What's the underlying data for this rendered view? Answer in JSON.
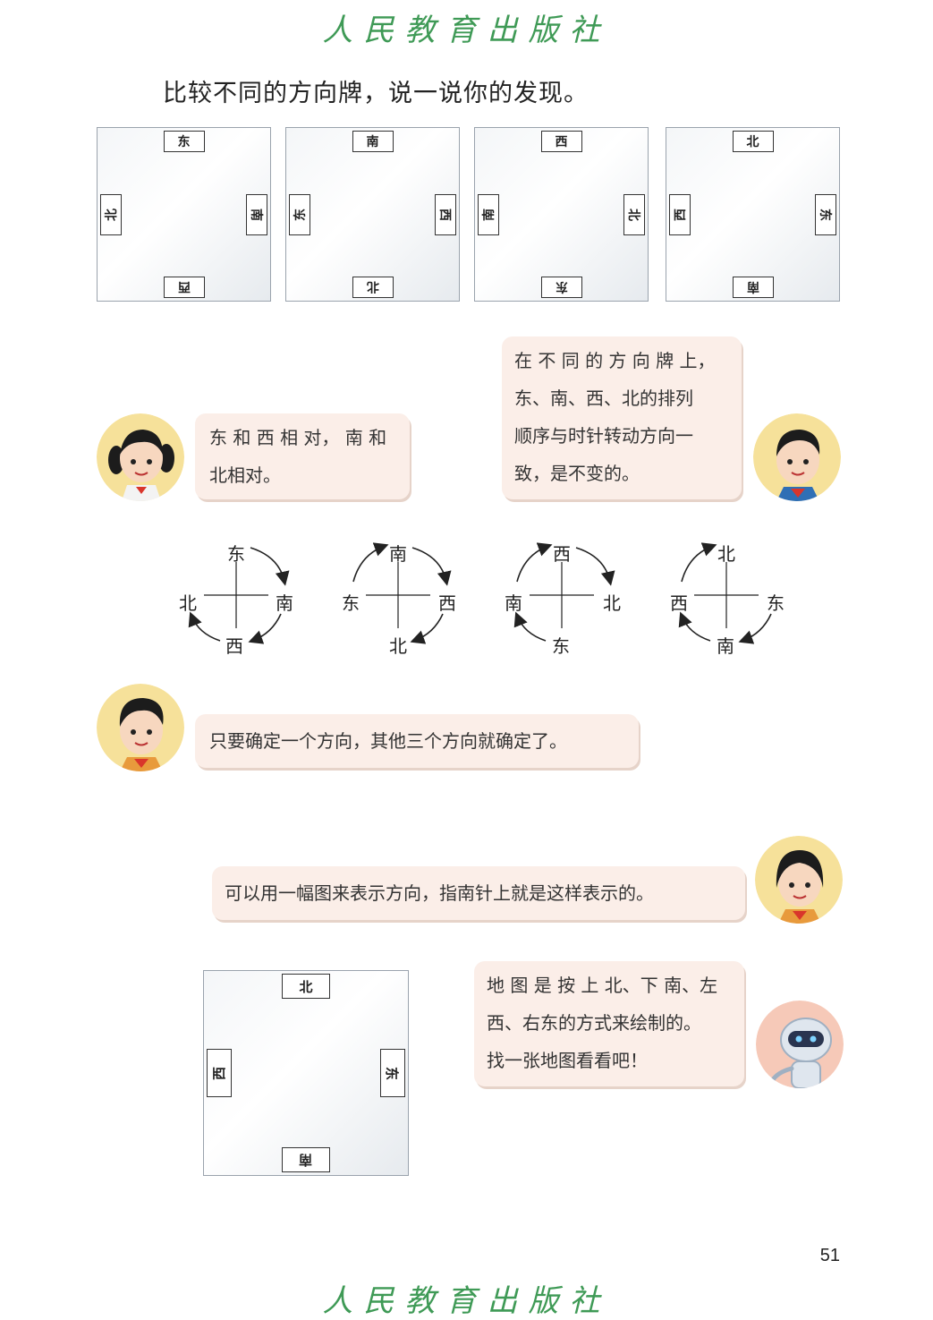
{
  "watermark": "人民教育出版社",
  "question": "比较不同的方向牌，说一说你的发现。",
  "signs": [
    {
      "top": "东",
      "right": "南",
      "bottom": "西",
      "left": "北"
    },
    {
      "top": "南",
      "right": "西",
      "bottom": "北",
      "left": "东"
    },
    {
      "top": "西",
      "right": "北",
      "bottom": "东",
      "left": "南"
    },
    {
      "top": "北",
      "right": "东",
      "bottom": "南",
      "left": "西"
    }
  ],
  "bubble_girl_1": {
    "lines": [
      "东 和 西 相 对， 南 和",
      "北相对。"
    ]
  },
  "bubble_boy_1": {
    "lines": [
      "在 不 同 的 方 向 牌 上，",
      "东、南、西、北的排列",
      "顺序与时针转动方向一",
      "致，是不变的。"
    ]
  },
  "compasses": [
    {
      "top": "东",
      "right": "南",
      "bottom": "西",
      "left": "北"
    },
    {
      "top": "南",
      "right": "西",
      "bottom": "北",
      "left": "东"
    },
    {
      "top": "西",
      "right": "北",
      "bottom": "东",
      "left": "南"
    },
    {
      "top": "北",
      "right": "东",
      "bottom": "南",
      "left": "西"
    }
  ],
  "bubble_boy_2": "只要确定一个方向，其他三个方向就确定了。",
  "bubble_girl_2": "可以用一幅图来表示方向，指南针上就是这样表示的。",
  "map_sign": {
    "top": "北",
    "right": "东",
    "bottom": "南",
    "left": "西"
  },
  "bubble_robot": {
    "lines": [
      "地 图 是 按 上 北、下 南、左",
      "西、右东的方式来绘制的。",
      "找一张地图看看吧！"
    ]
  },
  "page_number": "51",
  "colors": {
    "watermark": "#3f9a56",
    "bubble": "#fbeee8",
    "avatar_bg": "#f6e19a",
    "robot_bg": "#f6c9b8"
  }
}
